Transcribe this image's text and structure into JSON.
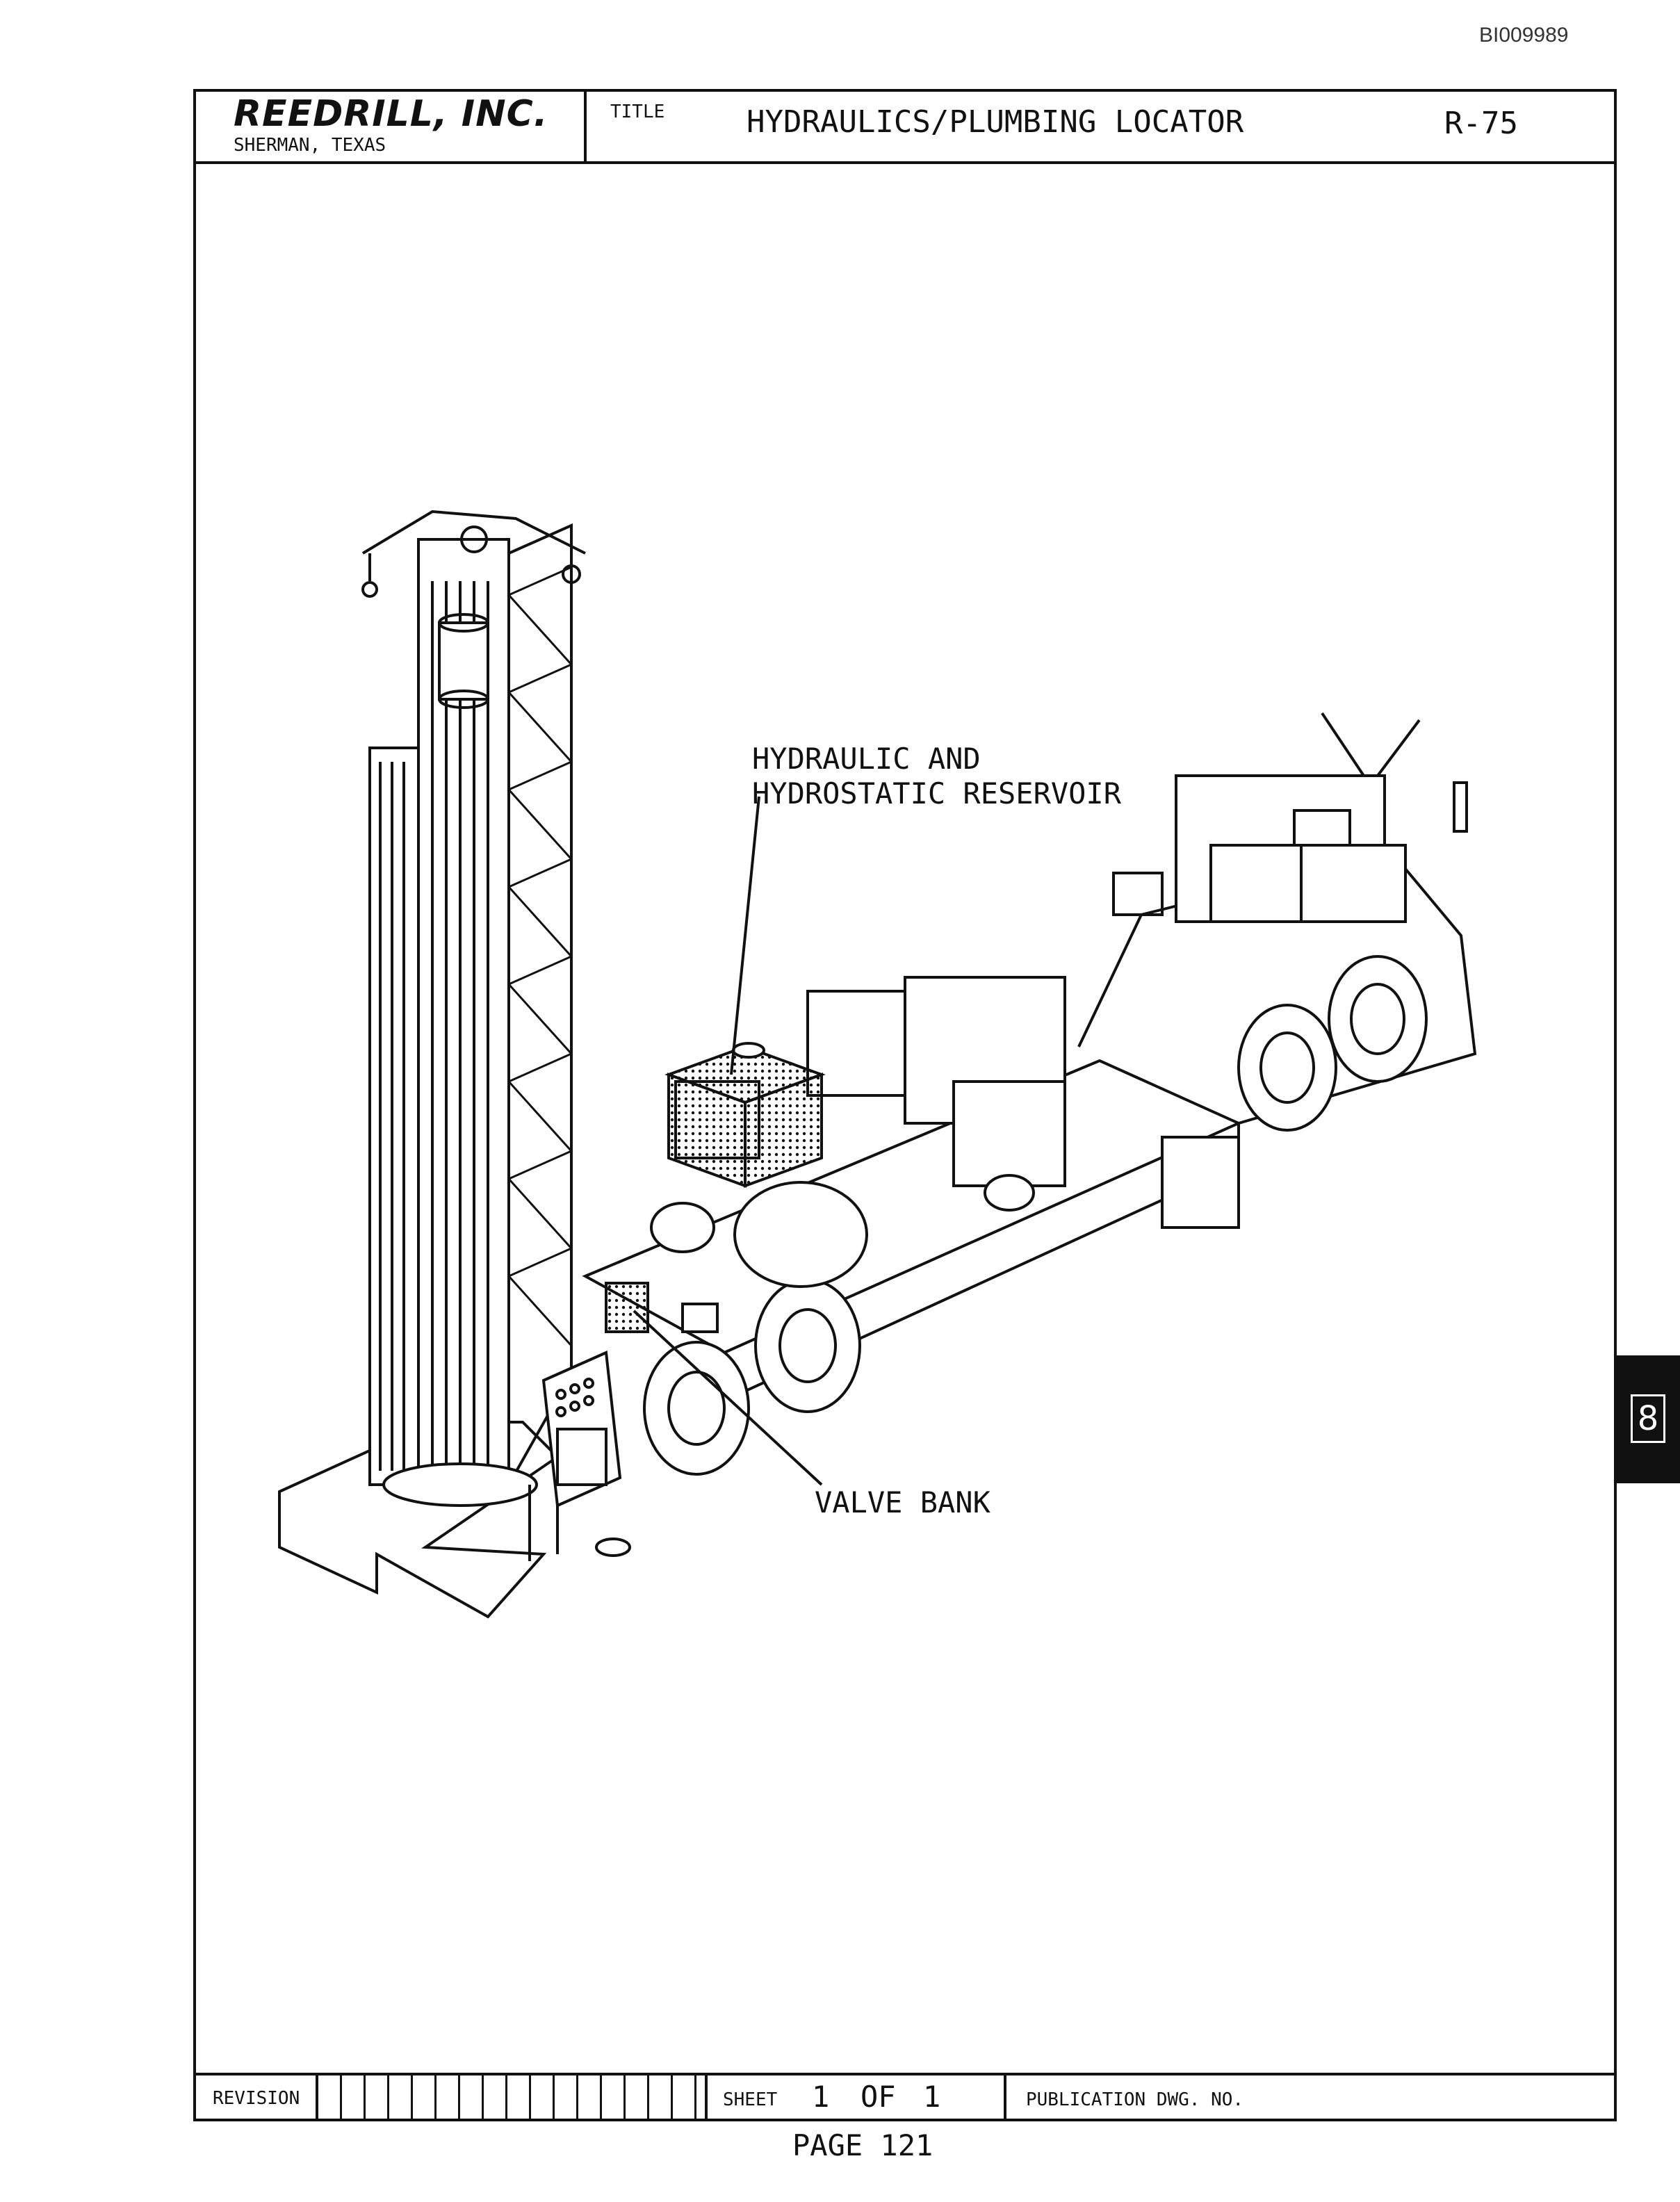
{
  "document_id": "BI009989",
  "title_block": {
    "company": "REEDRILL, INC.",
    "location": "SHERMAN, TEXAS",
    "title_label": "TITLE",
    "title": "HYDRAULICS/PLUMBING LOCATOR",
    "model": "R-75"
  },
  "callouts": {
    "reservoir": [
      "HYDRAULIC AND",
      "HYDROSTATIC RESERVOIR"
    ],
    "valve_bank": "VALVE BANK"
  },
  "footer": {
    "revision_label": "REVISION",
    "sheet_label": "SHEET",
    "sheet_number": "1",
    "sheet_of": "OF",
    "sheet_total": "1",
    "publication_label": "PUBLICATION DWG. NO."
  },
  "page_number": "PAGE 121",
  "section_tab": "8"
}
